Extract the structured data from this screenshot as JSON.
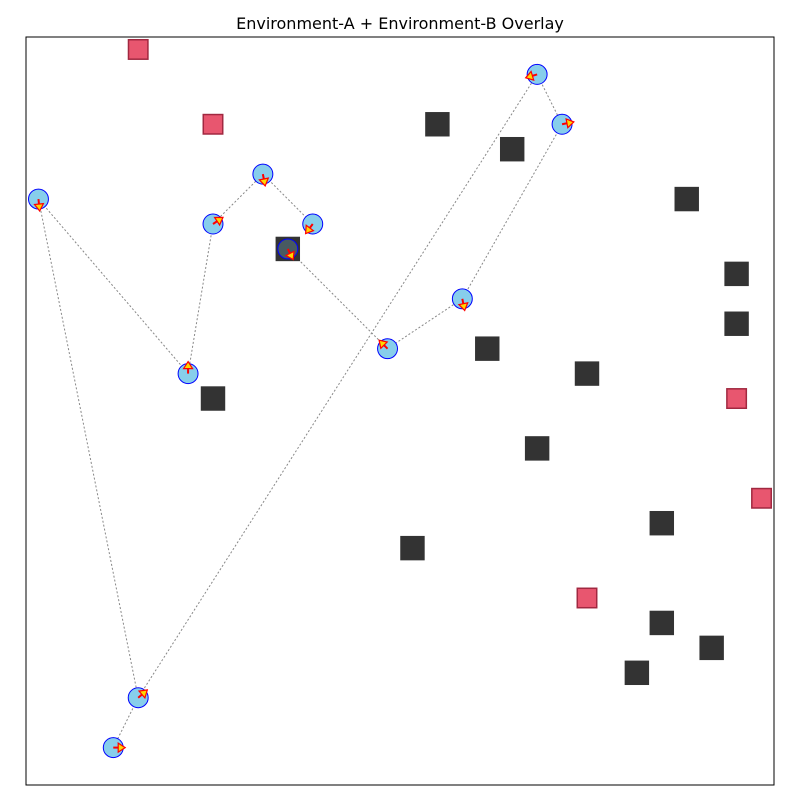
{
  "chart_data": {
    "type": "scatter",
    "title": "Environment-A + Environment-B Overlay",
    "xlabel": "",
    "ylabel": "",
    "xlim": [
      -0.5,
      29.5
    ],
    "ylim": [
      29.5,
      -0.5
    ],
    "grid": false,
    "axis_ticks": false,
    "colors": {
      "obstacle": "#333333",
      "goal_fill": "#e8566f",
      "goal_edge": "#a12840",
      "agent_fill": "#87ceeb",
      "agent_edge": "#0000ff",
      "arrow": "#ff0000",
      "arrow_head": "#ffd700",
      "path": "#888888"
    },
    "obstacles": [
      [
        16,
        3
      ],
      [
        19,
        4
      ],
      [
        26,
        6
      ],
      [
        28,
        9
      ],
      [
        28,
        11
      ],
      [
        18,
        12
      ],
      [
        22,
        13
      ],
      [
        7,
        14
      ],
      [
        20,
        16
      ],
      [
        25,
        19
      ],
      [
        15,
        20
      ],
      [
        25,
        23
      ],
      [
        27,
        24
      ],
      [
        24,
        25
      ],
      [
        10,
        8
      ]
    ],
    "goals": [
      [
        4,
        0
      ],
      [
        7,
        3
      ],
      [
        28,
        14
      ],
      [
        29,
        18
      ],
      [
        22,
        22
      ]
    ],
    "agents": [
      {
        "pos": [
          20,
          1
        ],
        "dir": [
          -1,
          0.3
        ]
      },
      {
        "pos": [
          21,
          3
        ],
        "dir": [
          1,
          -0.2
        ]
      },
      {
        "pos": [
          0,
          6
        ],
        "dir": [
          0.1,
          1
        ]
      },
      {
        "pos": [
          9,
          5
        ],
        "dir": [
          0.2,
          1
        ]
      },
      {
        "pos": [
          7,
          7
        ],
        "dir": [
          0.9,
          -0.6
        ]
      },
      {
        "pos": [
          11,
          7
        ],
        "dir": [
          -0.6,
          0.8
        ]
      },
      {
        "pos": [
          10,
          8
        ],
        "dir": [
          0.4,
          0.8
        ]
      },
      {
        "pos": [
          17,
          10
        ],
        "dir": [
          0.2,
          1
        ]
      },
      {
        "pos": [
          6,
          13
        ],
        "dir": [
          0,
          -1
        ]
      },
      {
        "pos": [
          14,
          12
        ],
        "dir": [
          -0.6,
          -0.6
        ]
      },
      {
        "pos": [
          4,
          26
        ],
        "dir": [
          0.7,
          -0.6
        ]
      },
      {
        "pos": [
          3,
          28
        ],
        "dir": [
          1,
          0
        ]
      }
    ],
    "paths": [
      [
        [
          0,
          6
        ],
        [
          6,
          13
        ],
        [
          7,
          7
        ],
        [
          9,
          5
        ],
        [
          11,
          7
        ]
      ],
      [
        [
          0,
          6
        ],
        [
          4,
          26
        ],
        [
          20,
          1
        ],
        [
          21,
          3
        ],
        [
          17,
          10
        ],
        [
          14,
          12
        ],
        [
          10,
          8
        ]
      ],
      [
        [
          4,
          26
        ],
        [
          3,
          28
        ]
      ]
    ]
  }
}
